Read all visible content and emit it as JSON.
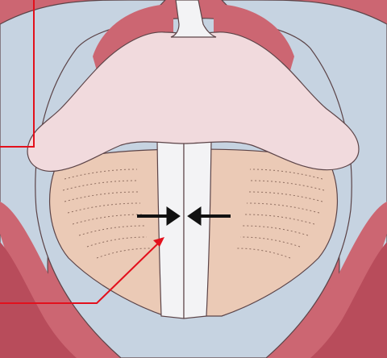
{
  "figure": {
    "title": "",
    "subtitle": ""
  },
  "palette": {
    "background": "#ffffff",
    "mucosa_red": "#cc6672",
    "mucosa_red_shadow": "#b84c5b",
    "pale_blue_tissue": "#c6d3e1",
    "epiglottis_pink": "#f1dadd",
    "epiglottis_outline": "#5c4448",
    "vocal_fold_tan": "#ebcab6",
    "vocal_cord_white": "#f3f3f5",
    "arrow_black": "#111111",
    "callout_red": "#e3101c"
  },
  "annotations": [
    {
      "kind": "callout-line",
      "target": "epiglottis",
      "color": "#e3101c"
    },
    {
      "kind": "callout-line",
      "target": "vocal-cord",
      "color": "#e3101c"
    },
    {
      "kind": "arrows-pointing-inward",
      "color": "#111111"
    }
  ]
}
